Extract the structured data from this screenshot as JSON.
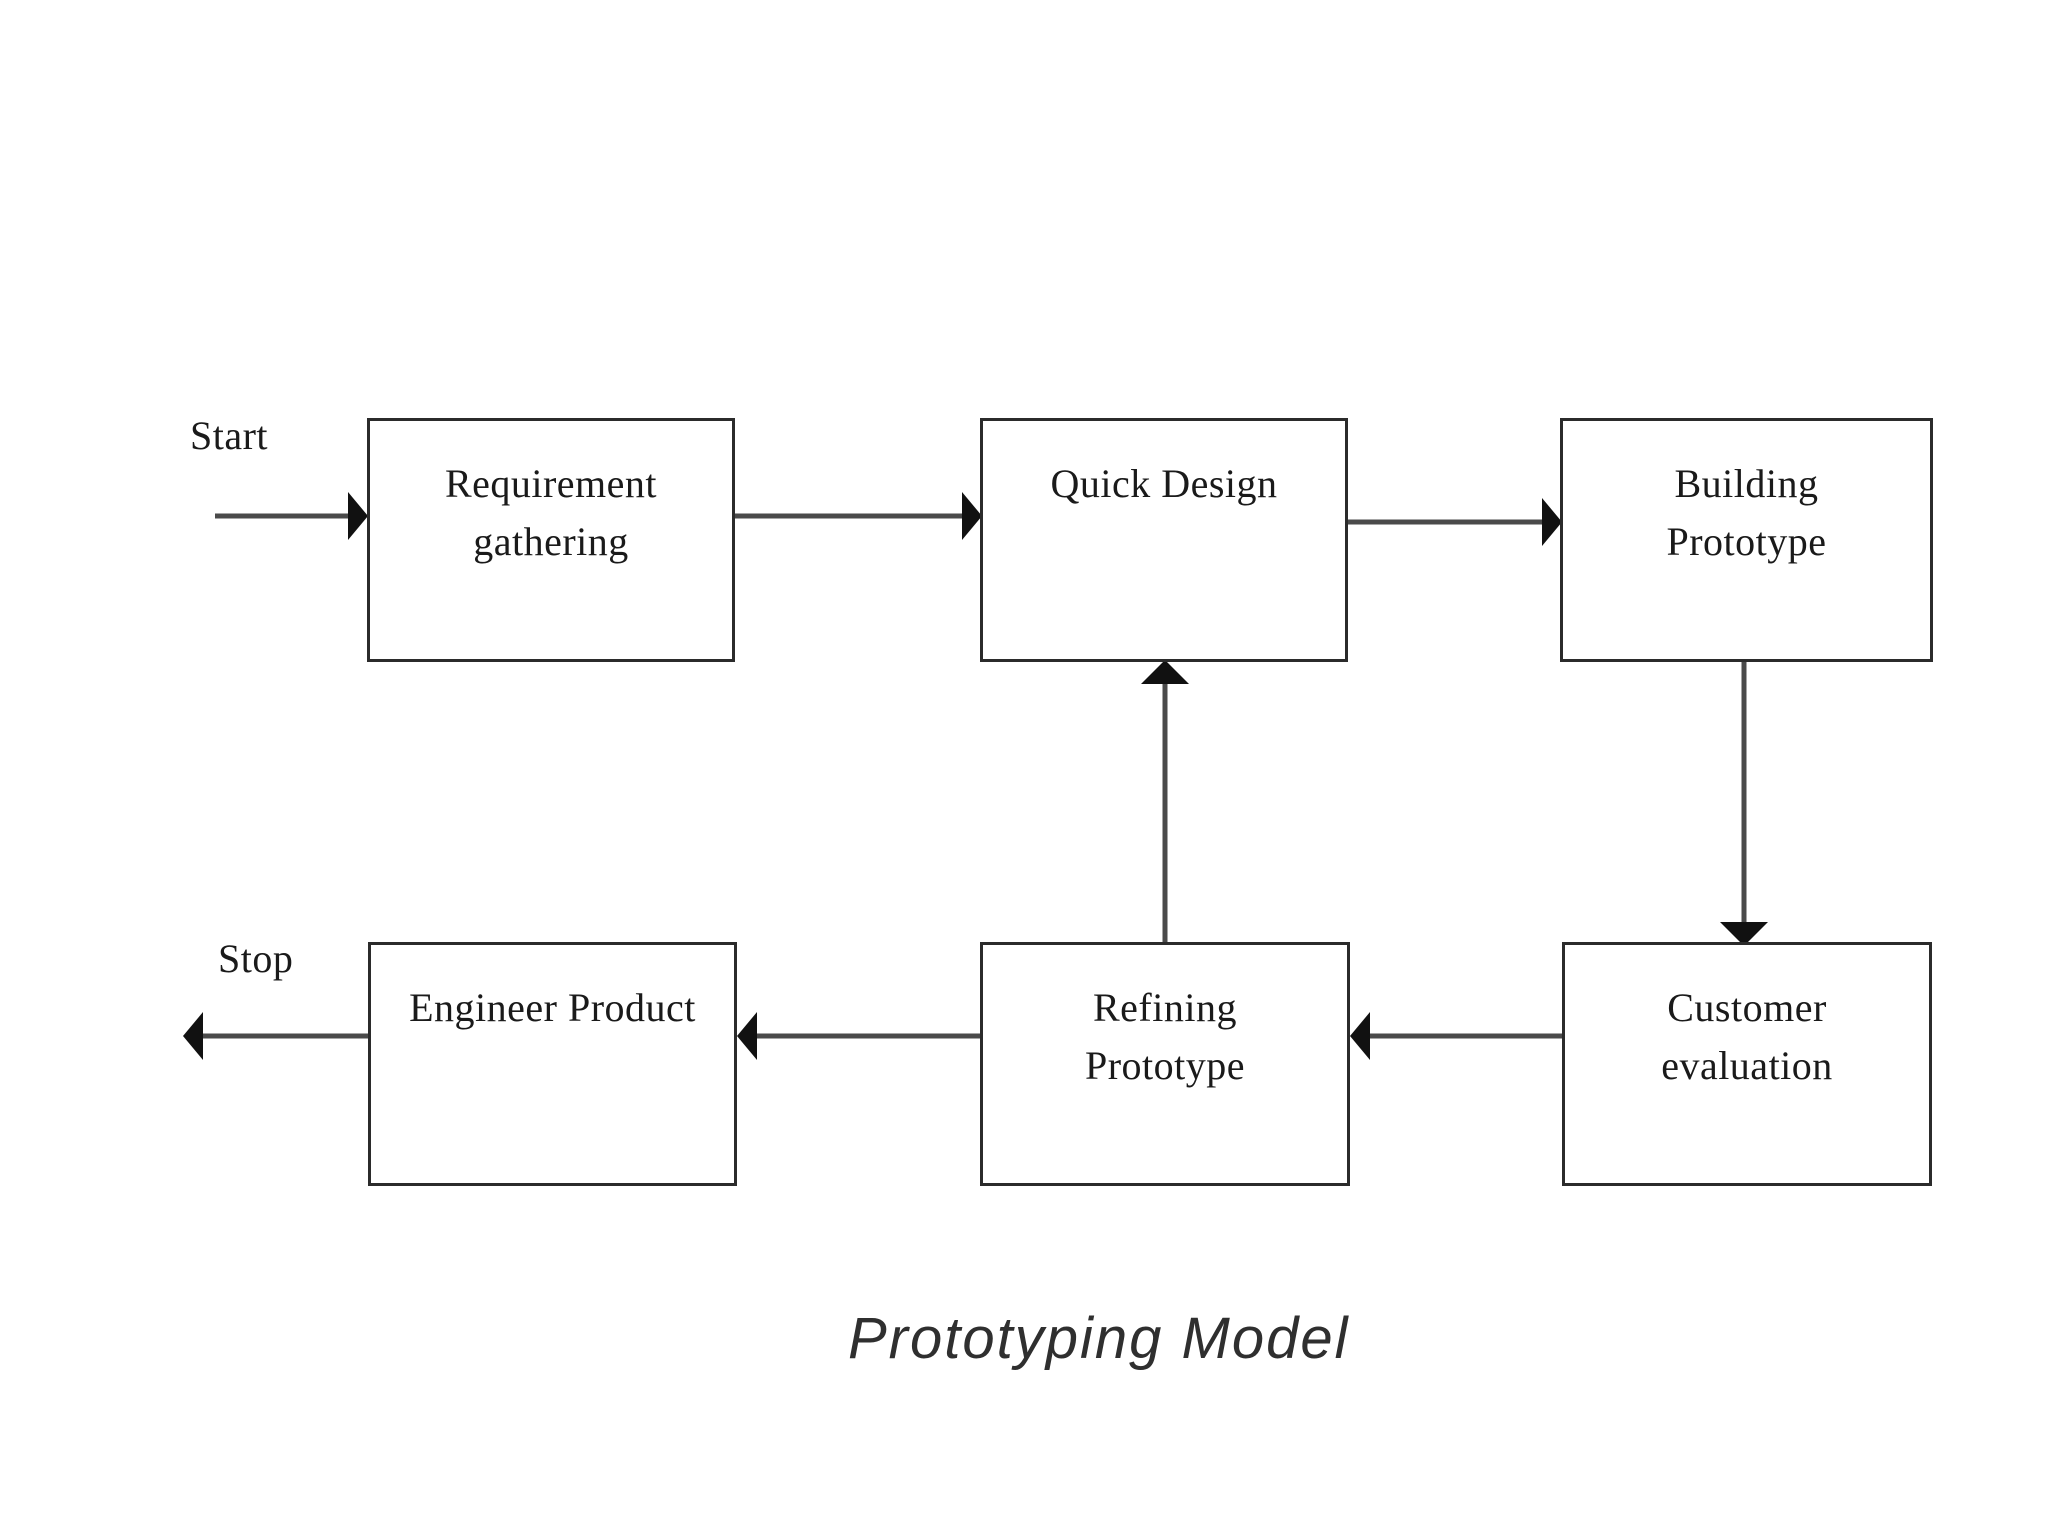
{
  "diagram": {
    "caption": "Prototyping Model",
    "start_label": "Start",
    "stop_label": "Stop",
    "colors": {
      "background": "#ffffff",
      "box_border": "#2b2b2b",
      "line": "#4a4a4a",
      "arrow_head": "#111111",
      "text": "#1a1a1a",
      "caption_text": "#2f2f2f"
    },
    "nodes": [
      {
        "id": "requirement-gathering",
        "line1": "Requirement",
        "line2": "gathering"
      },
      {
        "id": "quick-design",
        "line1": "Quick Design",
        "line2": ""
      },
      {
        "id": "building-prototype",
        "line1": "Building",
        "line2": "Prototype"
      },
      {
        "id": "customer-evaluation",
        "line1": "Customer",
        "line2": "evaluation"
      },
      {
        "id": "refining-prototype",
        "line1": "Refining",
        "line2": "Prototype"
      },
      {
        "id": "engineer-product",
        "line1": "Engineer Product",
        "line2": ""
      }
    ],
    "edges": [
      {
        "from": "start",
        "to": "requirement-gathering",
        "direction": "right"
      },
      {
        "from": "requirement-gathering",
        "to": "quick-design",
        "direction": "right"
      },
      {
        "from": "quick-design",
        "to": "building-prototype",
        "direction": "right"
      },
      {
        "from": "building-prototype",
        "to": "customer-evaluation",
        "direction": "down"
      },
      {
        "from": "customer-evaluation",
        "to": "refining-prototype",
        "direction": "left"
      },
      {
        "from": "refining-prototype",
        "to": "quick-design",
        "direction": "up"
      },
      {
        "from": "refining-prototype",
        "to": "engineer-product",
        "direction": "left"
      },
      {
        "from": "engineer-product",
        "to": "stop",
        "direction": "left"
      }
    ]
  }
}
